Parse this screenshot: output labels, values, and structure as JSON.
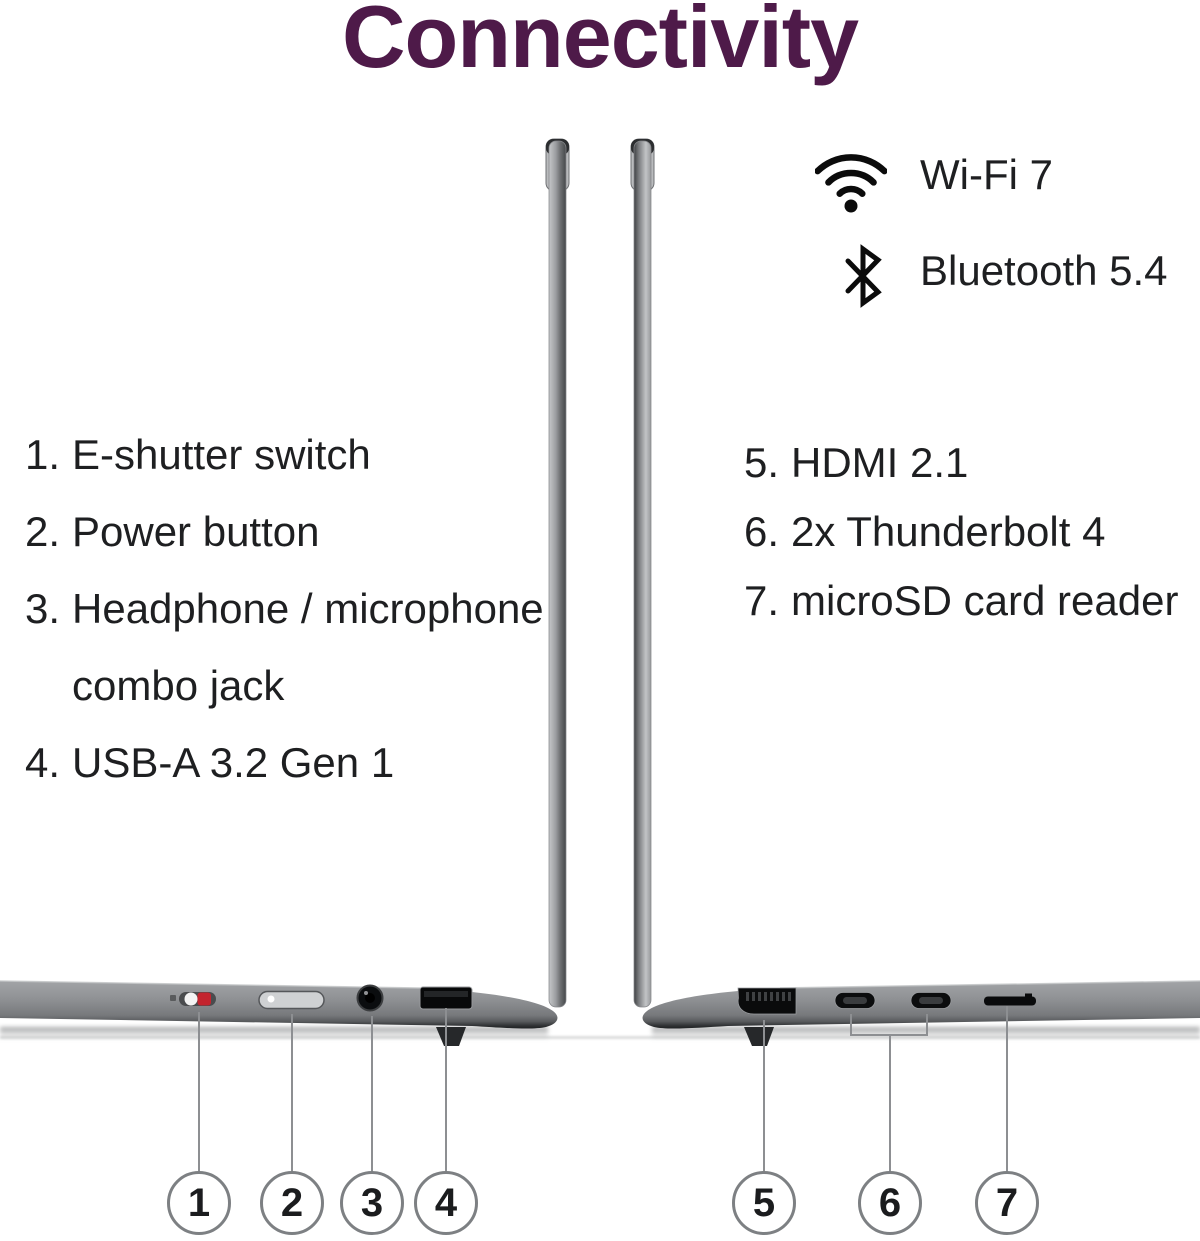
{
  "title": "Connectivity",
  "wireless": {
    "wifi": {
      "label": "Wi-Fi 7",
      "icon": "wifi-icon"
    },
    "bluetooth": {
      "label": "Bluetooth 5.4",
      "icon": "bluetooth-icon"
    }
  },
  "left_ports": {
    "items": [
      {
        "num": "1.",
        "label": "E-shutter switch"
      },
      {
        "num": "2.",
        "label": "Power button"
      },
      {
        "num": "3.",
        "label": "Headphone / microphone combo jack"
      },
      {
        "num": "4.",
        "label": "USB-A 3.2 Gen 1"
      }
    ]
  },
  "right_ports": {
    "items": [
      {
        "num": "5.",
        "label": "HDMI 2.1"
      },
      {
        "num": "6.",
        "label": "2x Thunderbolt 4"
      },
      {
        "num": "7.",
        "label": "microSD card reader"
      }
    ]
  },
  "callouts": [
    "1",
    "2",
    "3",
    "4",
    "5",
    "6",
    "7"
  ],
  "colors": {
    "title_purple": "#4e1a49",
    "body_text": "#1e1f21",
    "laptop_gray": "#8e9093",
    "eshutter_red": "#c4242e",
    "circle_border": "#7d8083",
    "leader_line": "#8d8f92",
    "icon_black": "#0b0b0b"
  }
}
